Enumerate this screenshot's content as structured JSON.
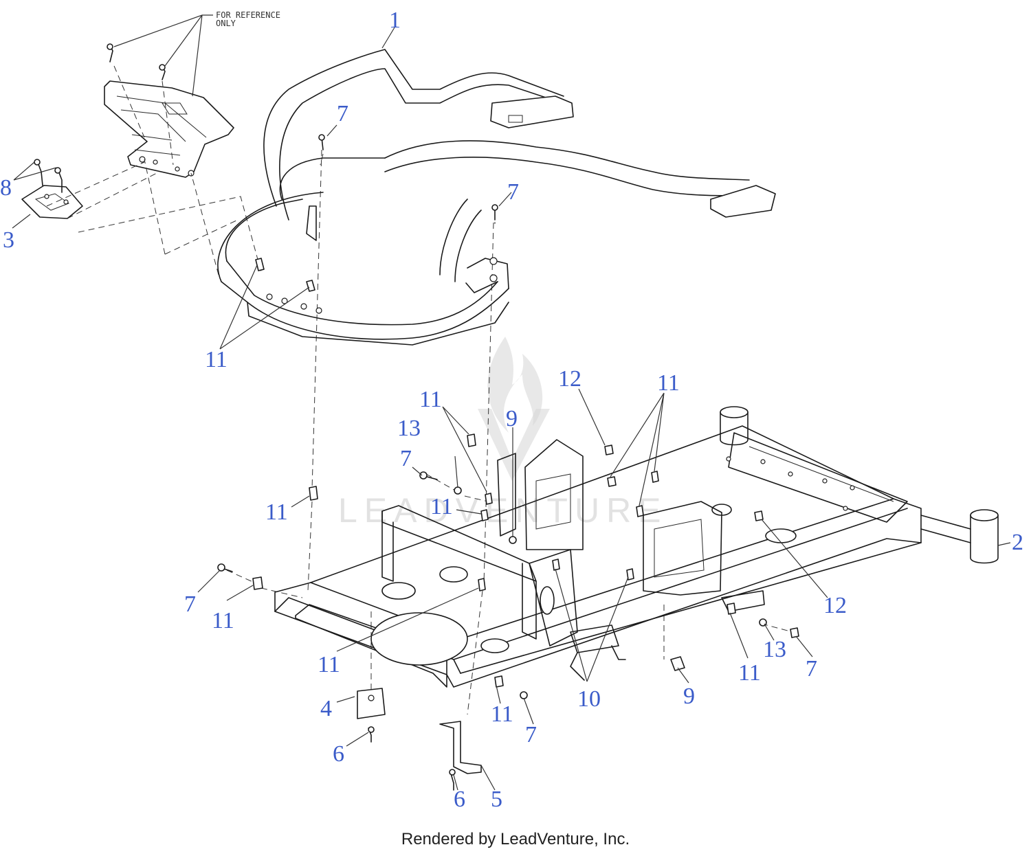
{
  "diagram": {
    "note": {
      "line1": "FOR REFERENCE",
      "line2": "ONLY"
    },
    "watermark": "LEADVENTURE",
    "callouts": [
      {
        "id": "c1",
        "label": "1"
      },
      {
        "id": "c2",
        "label": "2"
      },
      {
        "id": "c3",
        "label": "3"
      },
      {
        "id": "c4",
        "label": "4"
      },
      {
        "id": "c5",
        "label": "5"
      },
      {
        "id": "c6a",
        "label": "6"
      },
      {
        "id": "c6b",
        "label": "6"
      },
      {
        "id": "c7a",
        "label": "7"
      },
      {
        "id": "c7b",
        "label": "7"
      },
      {
        "id": "c7c",
        "label": "7"
      },
      {
        "id": "c7d",
        "label": "7"
      },
      {
        "id": "c7e",
        "label": "7"
      },
      {
        "id": "c7f",
        "label": "7"
      },
      {
        "id": "c8",
        "label": "8"
      },
      {
        "id": "c9a",
        "label": "9"
      },
      {
        "id": "c9b",
        "label": "9"
      },
      {
        "id": "c10",
        "label": "10"
      },
      {
        "id": "c11a",
        "label": "11"
      },
      {
        "id": "c11b",
        "label": "11"
      },
      {
        "id": "c11c",
        "label": "11"
      },
      {
        "id": "c11d",
        "label": "11"
      },
      {
        "id": "c11e",
        "label": "11"
      },
      {
        "id": "c11f",
        "label": "11"
      },
      {
        "id": "c11g",
        "label": "11"
      },
      {
        "id": "c11h",
        "label": "11"
      },
      {
        "id": "c11i",
        "label": "11"
      },
      {
        "id": "c12a",
        "label": "12"
      },
      {
        "id": "c12b",
        "label": "12"
      },
      {
        "id": "c13a",
        "label": "13"
      },
      {
        "id": "c13b",
        "label": "13"
      }
    ]
  },
  "footer": {
    "text": "Rendered by LeadVenture, Inc."
  }
}
